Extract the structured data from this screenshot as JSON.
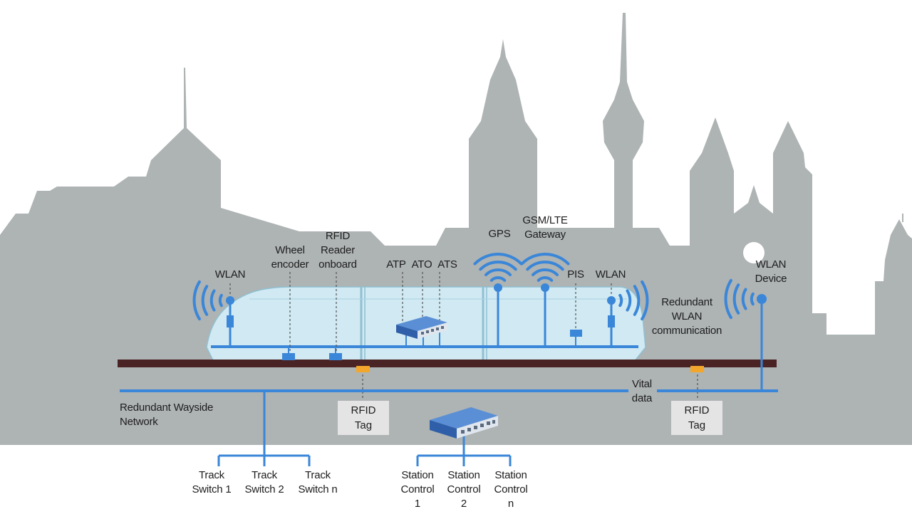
{
  "colors": {
    "skyline": "#aeb3b4",
    "network_blue": "#3a86d8",
    "train_fill": "#d2eef7",
    "track": "#4a2424",
    "rfid_tag": "#f2a62c",
    "tag_box": "#e4e4e4",
    "text": "#1d1d1d"
  },
  "labels": {
    "wlan_left": "WLAN",
    "wheel_encoder": [
      "Wheel",
      "encoder"
    ],
    "rfid_reader": [
      "RFID",
      "Reader",
      "onboard"
    ],
    "atp": "ATP",
    "ato": "ATO",
    "ats": "ATS",
    "gps": "GPS",
    "gsm": [
      "GSM/LTE",
      "Gateway"
    ],
    "pis": "PIS",
    "wlan_right": "WLAN",
    "wlan_device": [
      "WLAN",
      "Device"
    ],
    "redundant_wlan": [
      "Redundant",
      "WLAN",
      "communication"
    ],
    "vital_data": [
      "Vital",
      "data"
    ],
    "wayside_network": [
      "Redundant Wayside",
      "Network"
    ],
    "rfid_tag_1": [
      "RFID",
      "Tag"
    ],
    "rfid_tag_2": [
      "RFID",
      "Tag"
    ],
    "track_switches": [
      [
        "Track",
        "Switch 1"
      ],
      [
        "Track",
        "Switch 2"
      ],
      [
        "Track",
        "Switch n"
      ]
    ],
    "station_controls": [
      [
        "Station",
        "Control",
        "1"
      ],
      [
        "Station",
        "Control",
        "2"
      ],
      [
        "Station",
        "Control",
        "n"
      ]
    ]
  }
}
